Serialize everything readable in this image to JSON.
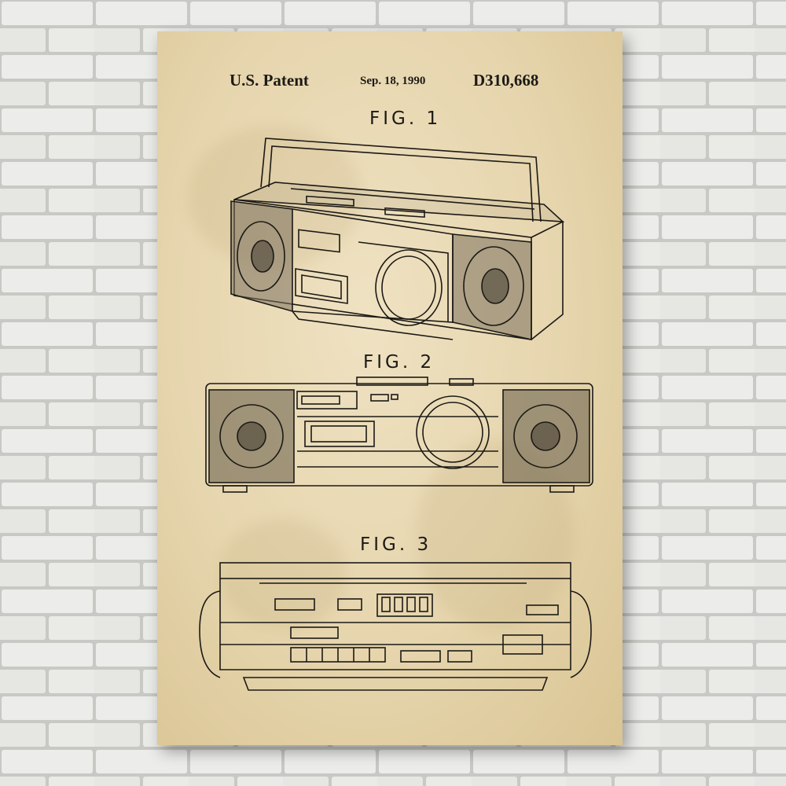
{
  "poster": {
    "patent_label": "U.S. Patent",
    "patent_date": "Sep. 18, 1990",
    "patent_number": "D310,668",
    "figures": [
      {
        "label": "FIG. 1",
        "icon": "boombox-perspective-drawing"
      },
      {
        "label": "FIG. 2",
        "icon": "boombox-front-drawing"
      },
      {
        "label": "FIG. 3",
        "icon": "boombox-top-drawing"
      }
    ]
  },
  "colors": {
    "wall": "#e4e4e1",
    "mortar": "#c9c9c5",
    "paper": "#e8d8b0",
    "ink": "#1c1a16"
  }
}
